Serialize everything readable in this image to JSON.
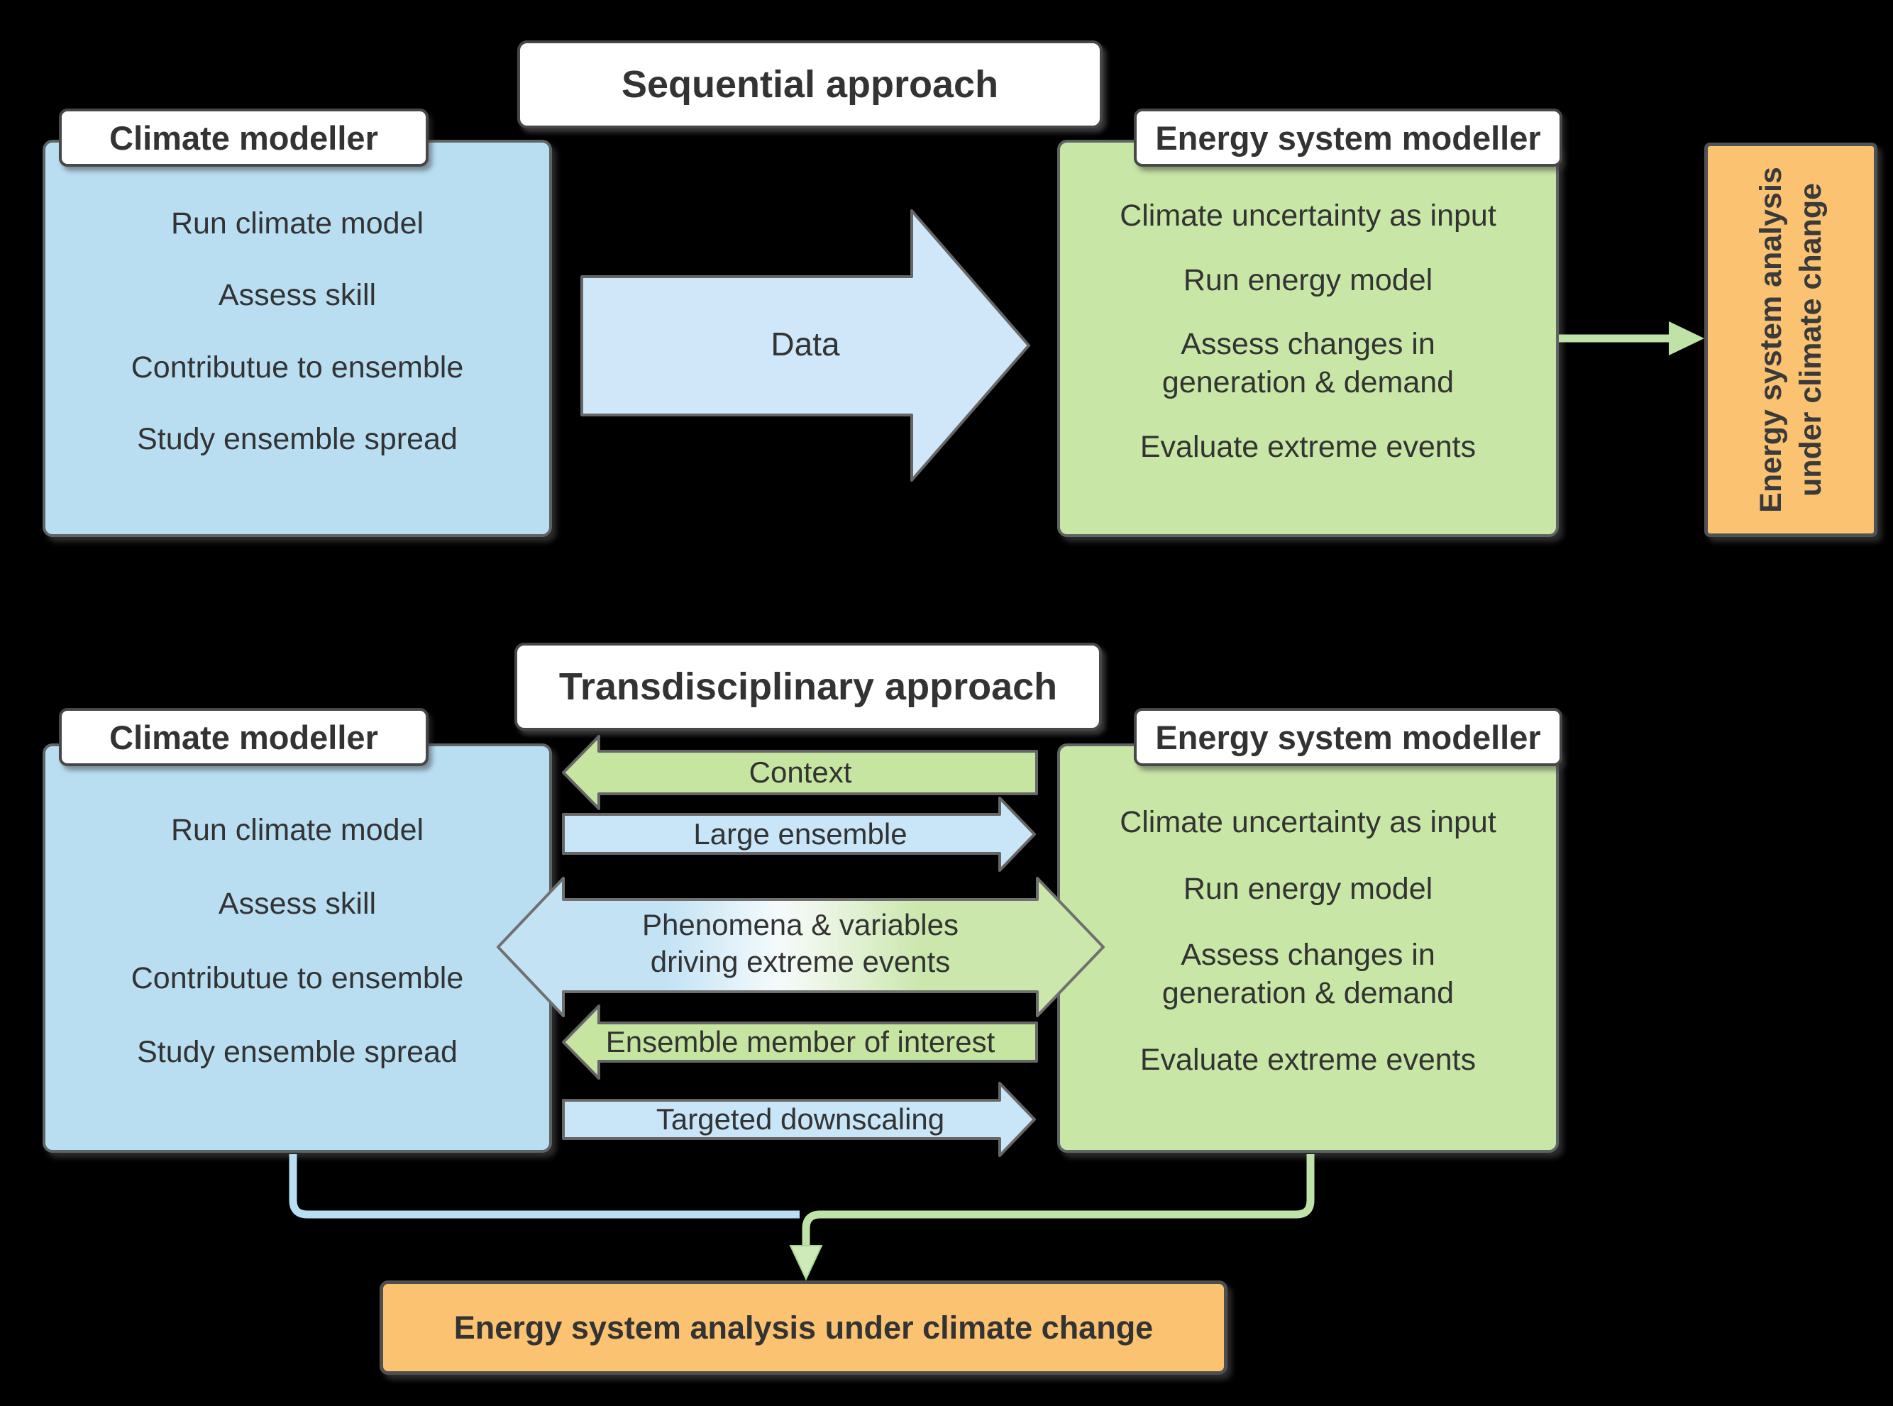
{
  "palette": {
    "background": "#000000",
    "blue_box": "#b9def2",
    "green_box": "#c8e6a5",
    "blue_arrow_fill": "#cfe7f9",
    "green_arrow_fill": "#c6e5a0",
    "orange_box": "#fac271",
    "shape_outline": "#666666",
    "text": "#333333",
    "connector_blue": "#b9ddf2",
    "connector_green": "#bfe2a9"
  },
  "sequential": {
    "title": "Sequential approach",
    "climate": {
      "label": "Climate modeller",
      "items": [
        "Run climate model",
        "Assess skill",
        "Contributue to ensemble",
        "Study ensemble spread"
      ]
    },
    "energy": {
      "label": "Energy system modeller",
      "items": [
        "Climate uncertainty as input",
        "Run energy model",
        "Assess changes in generation & demand",
        "Evaluate extreme events"
      ]
    },
    "data_arrow_label": "Data",
    "result": {
      "line1": "Energy system analysis",
      "line2": "under climate change"
    }
  },
  "transdisciplinary": {
    "title": "Transdisciplinary approach",
    "climate": {
      "label": "Climate modeller",
      "items": [
        "Run climate model",
        "Assess skill",
        "Contributue to ensemble",
        "Study ensemble spread"
      ]
    },
    "energy": {
      "label": "Energy system modeller",
      "items": [
        "Climate uncertainty as input",
        "Run energy model",
        "Assess changes in generation & demand",
        "Evaluate extreme events"
      ]
    },
    "arrows": [
      {
        "label": "Context",
        "direction": "left-to-climate",
        "color": "green"
      },
      {
        "label": "Large ensemble",
        "direction": "right-to-energy",
        "color": "blue"
      },
      {
        "label_line1": "Phenomena & variables",
        "label_line2": "driving extreme events",
        "direction": "bidirectional",
        "color": "blue-green-gradient"
      },
      {
        "label": "Ensemble member of interest",
        "direction": "left-to-climate",
        "color": "green"
      },
      {
        "label": "Targeted downscaling",
        "direction": "right-to-energy",
        "color": "blue"
      }
    ],
    "result": "Energy system analysis under climate change"
  }
}
